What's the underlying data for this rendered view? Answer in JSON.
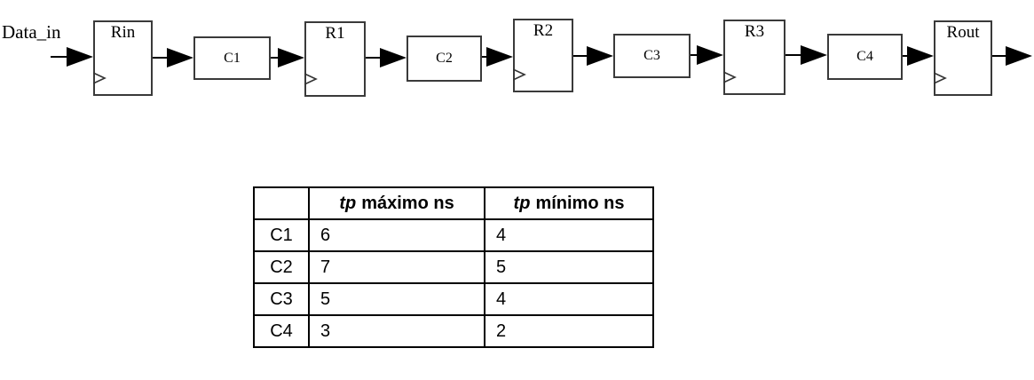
{
  "diagram": {
    "input_label": "Data_in",
    "nodes": [
      {
        "id": "rin",
        "type": "register",
        "label": "Rin"
      },
      {
        "id": "c1",
        "type": "logic",
        "label": "C1"
      },
      {
        "id": "r1",
        "type": "register",
        "label": "R1"
      },
      {
        "id": "c2",
        "type": "logic",
        "label": "C2"
      },
      {
        "id": "r2",
        "type": "register",
        "label": "R2"
      },
      {
        "id": "c3",
        "type": "logic",
        "label": "C3"
      },
      {
        "id": "r3",
        "type": "register",
        "label": "R3"
      },
      {
        "id": "c4",
        "type": "logic",
        "label": "C4"
      },
      {
        "id": "rout",
        "type": "register",
        "label": "Rout"
      }
    ]
  },
  "table": {
    "header": {
      "col0": "",
      "col1_italic": "tp",
      "col1_text": "máximo ns",
      "col2_italic": "tp",
      "col2_text": "mínimo ns"
    },
    "rows": [
      {
        "name": "C1",
        "tp_max": "6",
        "tp_min": "4"
      },
      {
        "name": "C2",
        "tp_max": "7",
        "tp_min": "5"
      },
      {
        "name": "C3",
        "tp_max": "5",
        "tp_min": "4"
      },
      {
        "name": "C4",
        "tp_max": "3",
        "tp_min": "2"
      }
    ]
  },
  "colors": {
    "ink": "#000000",
    "box_border": "#3a3a3a",
    "background": "#ffffff"
  }
}
